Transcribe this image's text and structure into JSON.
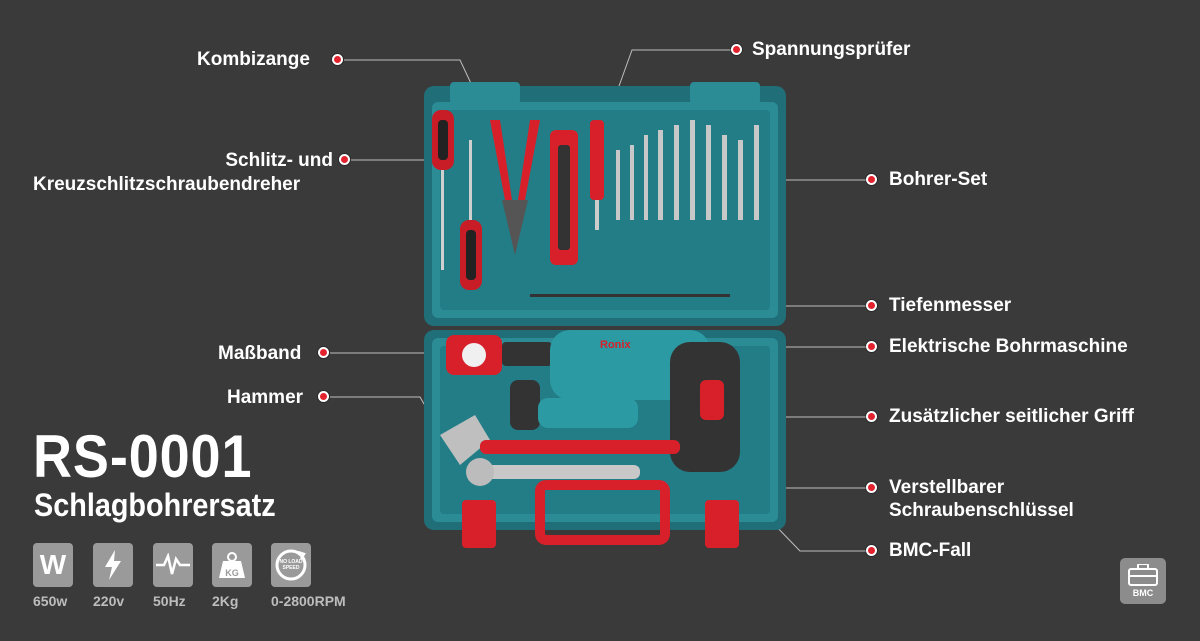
{
  "labels": {
    "kombizange": "Kombizange",
    "schraubendreher_1": "Schlitz- und",
    "schraubendreher_2": "Kreuzschlitzschraubendreher",
    "massband": "Maßband",
    "hammer": "Hammer",
    "spannungspruefer": "Spannungsprüfer",
    "bohrer_set": "Bohrer-Set",
    "tiefenmesser": "Tiefenmesser",
    "bohrmaschine": "Elektrische Bohrmaschine",
    "griff": "Zusätzlicher seitlicher Griff",
    "schluessel_1": "Verstellbarer",
    "schluessel_2": "Schraubenschlüssel",
    "bmc_fall": "BMC-Fall"
  },
  "product": {
    "model": "RS-0001",
    "name": "Schlagbohrersatz"
  },
  "specs": [
    {
      "icon": "watt-icon",
      "glyph": "W",
      "value": "650w"
    },
    {
      "icon": "voltage-icon",
      "glyph": "⚡",
      "value": "220v"
    },
    {
      "icon": "frequency-icon",
      "glyph": "",
      "value": "50Hz"
    },
    {
      "icon": "weight-icon",
      "glyph": "KG",
      "value": "2Kg"
    },
    {
      "icon": "speed-icon",
      "glyph": "NO LOAD SPEED",
      "value": "0-2800RPM"
    }
  ],
  "badge": {
    "icon": "case-icon",
    "text": "BMC"
  },
  "brand": {
    "logo_text": "Ronix"
  },
  "colors": {
    "background": "#3a3a3a",
    "case": "#2b8c96",
    "case_dark": "#1f6e78",
    "accent_red": "#d8202a",
    "dot": "#e2222c"
  }
}
